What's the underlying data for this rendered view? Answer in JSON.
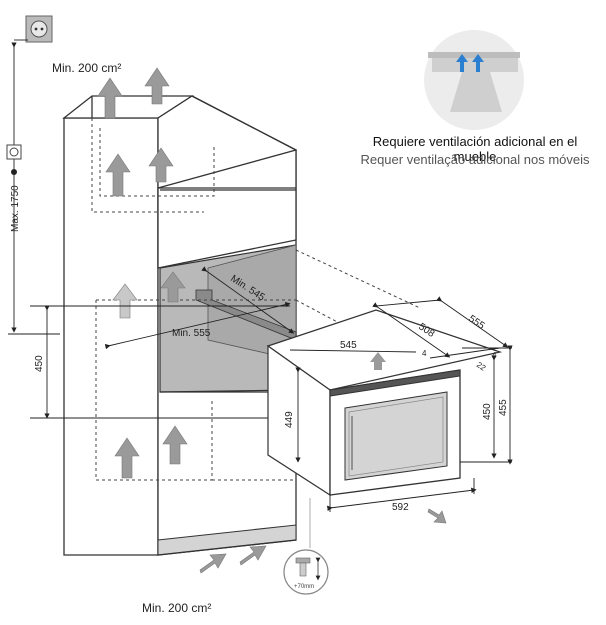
{
  "labels": {
    "min_top": "Min. 200 cm²",
    "min_bottom": "Min. 200 cm²",
    "max_height": "Max. 1750",
    "h_450_left": "450",
    "min_545": "Min. 545",
    "min_555": "Min. 555",
    "d_545": "545",
    "d_508": "508",
    "d_555": "555",
    "d_449": "449",
    "d_450_right": "450",
    "d_455": "455",
    "d_592": "592",
    "d_4a": "4",
    "d_4b": "4",
    "d_22": "22",
    "foot_note": "+70mm"
  },
  "captions": {
    "line1": "Requiere ventilación adicional en el mueble",
    "line2": "Requer ventilação adicional nos móveis"
  },
  "colors": {
    "arrow_fill": "#9a9a9a",
    "cavity_fill": "#b9b9b9",
    "panel_fill": "#d4d4d4",
    "vent_arrow": "#2a7fd0",
    "outline": "#333333"
  },
  "icons": [
    "power-socket-icon",
    "airflow-arrow-icon",
    "adjustable-foot-icon"
  ]
}
